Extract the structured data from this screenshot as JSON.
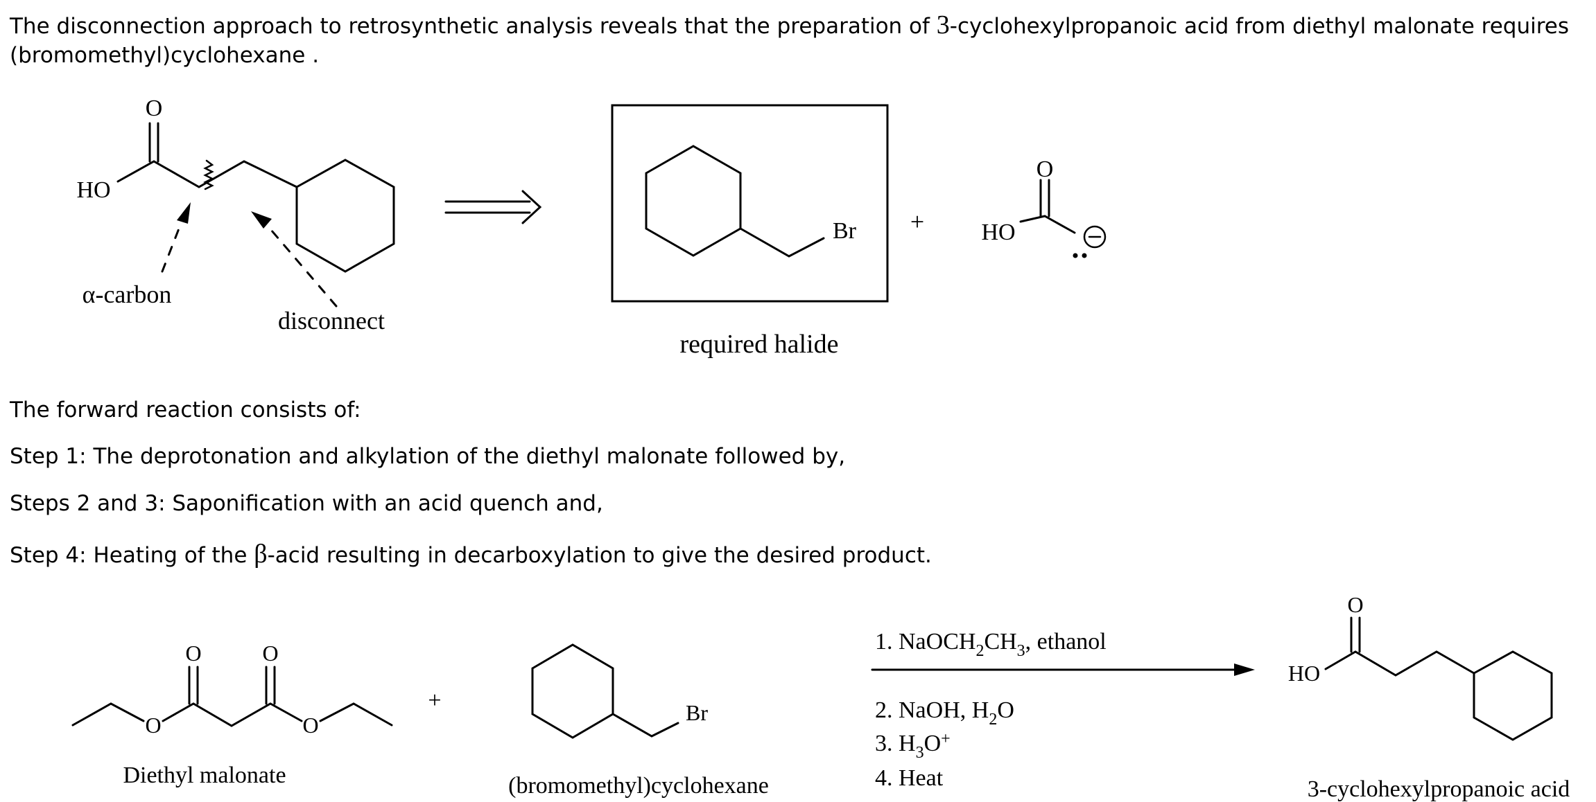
{
  "intro": {
    "before": "The disconnection approach to retrosynthetic analysis reveals that the preparation of ",
    "number": "3",
    "after": "-cyclohexylpropanoic acid from diethyl malonate requires",
    "line2": "(bromomethyl)cyclohexane ."
  },
  "retro": {
    "ho_label": "HO",
    "oxygen_label": "O",
    "alpha_label": "α-carbon",
    "disconnect_label": "disconnect",
    "halide_br": "Br",
    "plus": "+",
    "enolate_ho": "HO",
    "enolate_o": "O",
    "required_halide_label": "required  halide"
  },
  "steps": {
    "intro": "The forward reaction consists of:",
    "step1": "Step 1: The deprotonation and alkylation of the diethyl malonate followed by,",
    "step23": "Steps 2 and 3: Saponification with an acid quench and,",
    "step4_before": "Step 4: Heating of the ",
    "step4_beta": "β",
    "step4_after": "-acid resulting in decarboxylation to give the desired product."
  },
  "forward": {
    "malonate_o": "O",
    "malonate_label": "Diethyl  malonate",
    "plus": "+",
    "halide_br": "Br",
    "halide_label": "(bromomethyl)cyclohexane",
    "reagent1_pre": "1. NaOCH",
    "reagent1_sub1": "2",
    "reagent1_mid": "CH",
    "reagent1_sub2": "3",
    "reagent1_post": ", ethanol",
    "reagent2_pre": "2. NaOH, H",
    "reagent2_sub": "2",
    "reagent2_post": "O",
    "reagent3_pre": "3. H",
    "reagent3_sub": "3",
    "reagent3_post": "O",
    "reagent3_sup": "+",
    "reagent4": "4. Heat",
    "product_ho": "HO",
    "product_o": "O",
    "product_label": "3-cyclohexylpropanoic  acid"
  }
}
